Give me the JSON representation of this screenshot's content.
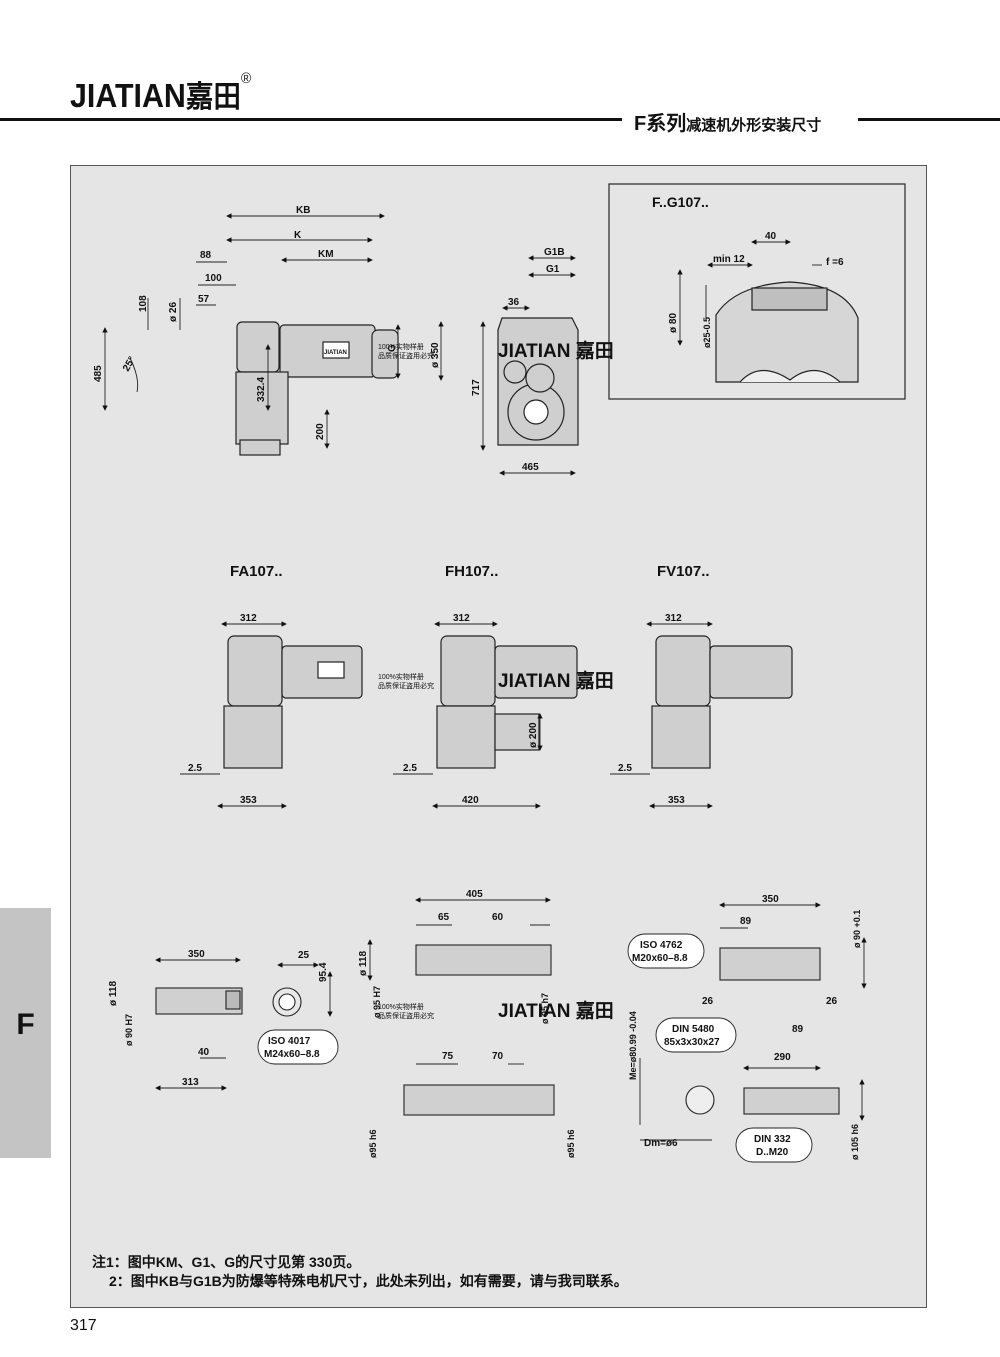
{
  "header": {
    "brand": "JIATIAN",
    "brand_cn": "嘉田",
    "brand_mark": "®",
    "title": "F系列",
    "title_sub": "减速机外形安装尺寸"
  },
  "side_tab": {
    "letter": "F"
  },
  "page_number": "317",
  "watermark": {
    "line1": "100%实物样册",
    "line2": "品质保证盗用必究",
    "brand": "JIATIAN 嘉田"
  },
  "views": {
    "main": {
      "dims": [
        "KB",
        "K",
        "KM",
        "88",
        "100",
        "57",
        "108",
        "ø 26",
        "485",
        "25°",
        "G",
        "ø 350",
        "332.4",
        "200",
        "JIATIAN"
      ]
    },
    "front": {
      "dims": [
        "G1B",
        "G1",
        "36",
        "717",
        "465"
      ]
    },
    "detail": {
      "title": "F..G107..",
      "dims": [
        "40",
        "min 12",
        "f =6",
        "ø 80",
        "ø25-0.5"
      ]
    },
    "fa": {
      "title": "FA107..",
      "dims": [
        "312",
        "2.5",
        "353"
      ]
    },
    "fh": {
      "title": "FH107..",
      "dims": [
        "312",
        "ø 200",
        "2.5",
        "420"
      ]
    },
    "fv": {
      "title": "FV107..",
      "dims": [
        "312",
        "2.5",
        "353"
      ]
    },
    "shaft_a": {
      "dims": [
        "350",
        "ø 118",
        "ø 90 H7",
        "40",
        "313",
        "25",
        "95.4"
      ],
      "callout": [
        "ISO 4017",
        "M24x60–8.8"
      ]
    },
    "shaft_h": {
      "dims": [
        "405",
        "65",
        "60",
        "ø 118",
        "ø 95 H7",
        "ø 95 h7",
        "75",
        "70",
        "ø95 h6",
        "ø95 h6"
      ]
    },
    "shaft_v": {
      "dims": [
        "350",
        "89",
        "ø 90 +0.1",
        "26",
        "26",
        "89",
        "290",
        "Me=ø80.99 -0.04",
        "Dm=ø6",
        "ø 105 h6"
      ],
      "callouts": [
        [
          "ISO 4762",
          "M20x60–8.8"
        ],
        [
          "DIN 5480",
          "85x3x30x27"
        ],
        [
          "DIN 332",
          "D..M20"
        ]
      ]
    }
  },
  "notes": [
    "注1：图中KM、G1、G的尺寸见第 330页。",
    "2：图中KB与G1B为防爆等特殊电机尺寸，此处未列出，如有需要，请与我司联系。"
  ]
}
